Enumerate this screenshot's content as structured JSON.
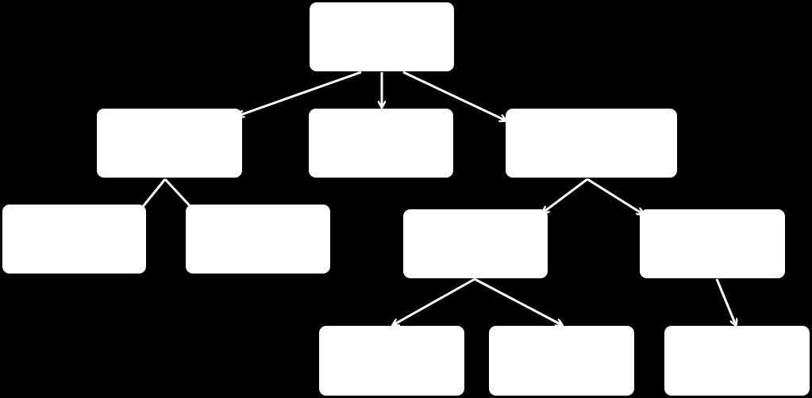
{
  "diagram": {
    "type": "tree",
    "colors": {
      "background": "#000000",
      "node_fill": "#ffffff",
      "edge": "#ffffff"
    },
    "nodes": [
      {
        "id": "root",
        "label": ""
      },
      {
        "id": "a",
        "label": ""
      },
      {
        "id": "b",
        "label": ""
      },
      {
        "id": "c",
        "label": ""
      },
      {
        "id": "a1",
        "label": ""
      },
      {
        "id": "a2",
        "label": ""
      },
      {
        "id": "c1",
        "label": ""
      },
      {
        "id": "c2",
        "label": ""
      },
      {
        "id": "c1a",
        "label": ""
      },
      {
        "id": "c1b",
        "label": ""
      },
      {
        "id": "c2a",
        "label": ""
      }
    ],
    "edges": [
      {
        "from": "root",
        "to": "a"
      },
      {
        "from": "root",
        "to": "b"
      },
      {
        "from": "root",
        "to": "c"
      },
      {
        "from": "a",
        "to": "a1"
      },
      {
        "from": "a",
        "to": "a2"
      },
      {
        "from": "c",
        "to": "c1"
      },
      {
        "from": "c",
        "to": "c2"
      },
      {
        "from": "c1",
        "to": "c1a"
      },
      {
        "from": "c1",
        "to": "c1b"
      },
      {
        "from": "c2",
        "to": "c2a"
      }
    ]
  }
}
